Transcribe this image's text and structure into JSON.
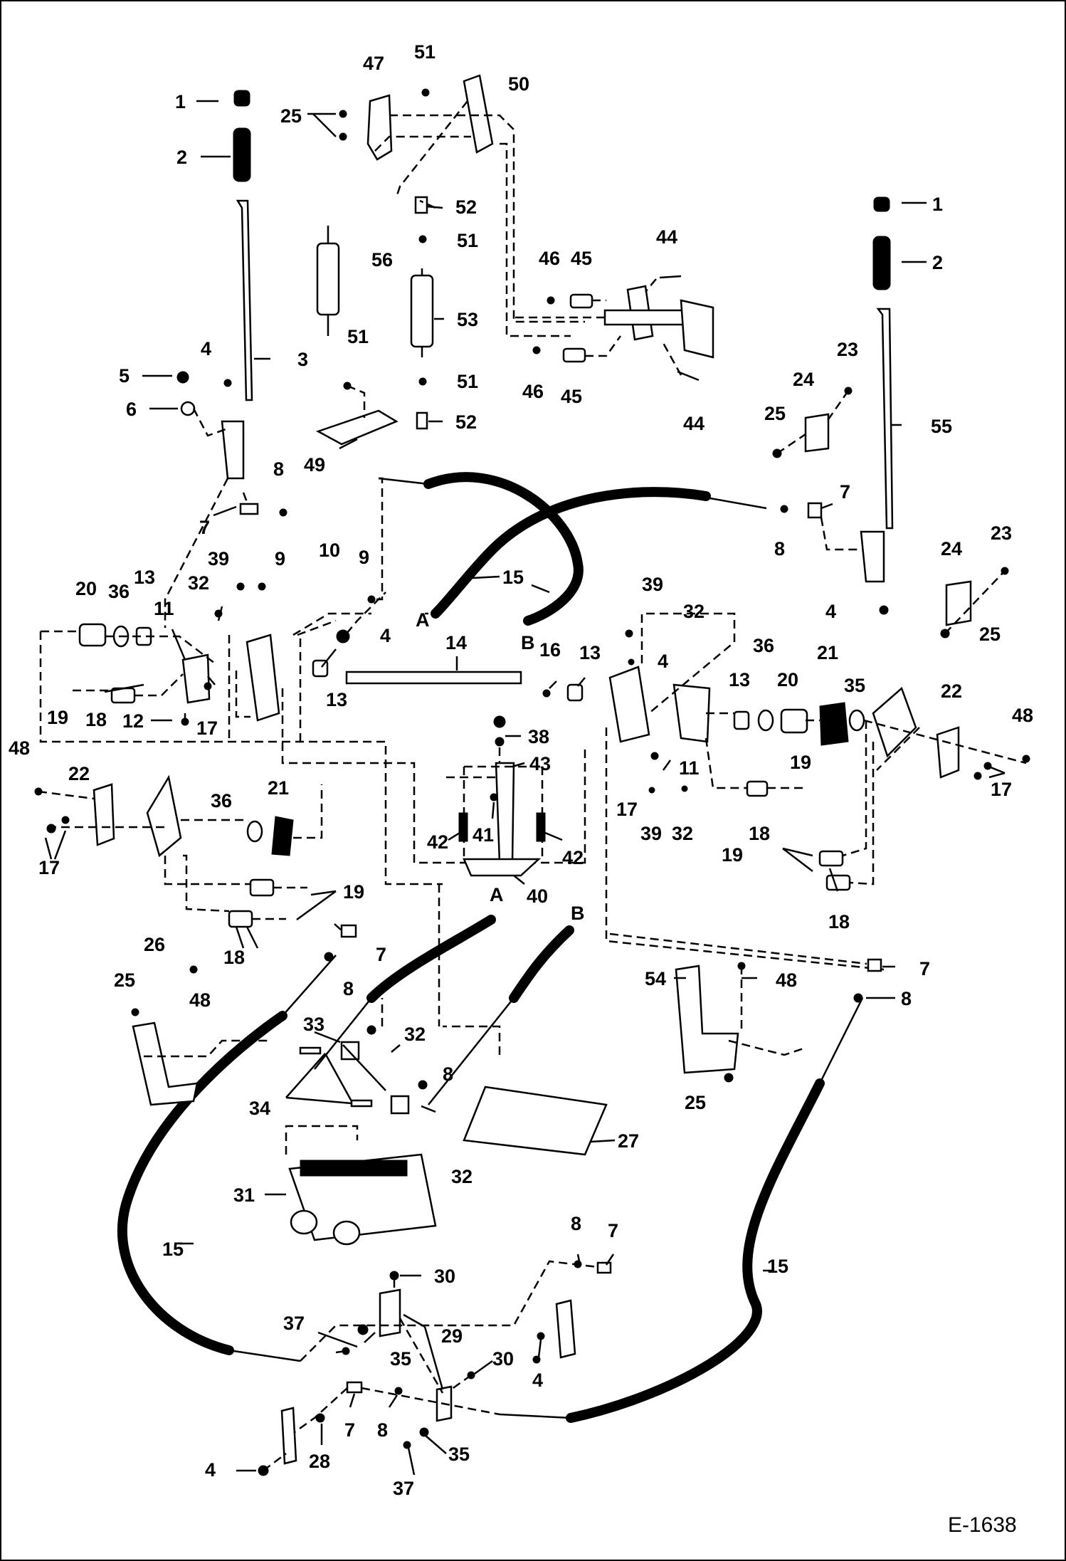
{
  "drawing": {
    "code": "E-1638",
    "cable_end_refs": [
      "A",
      "B"
    ]
  },
  "callouts": {
    "c1": "1",
    "c2": "2",
    "c3": "3",
    "c4": "4",
    "c5": "5",
    "c6": "6",
    "c7": "7",
    "c8": "8",
    "c9": "9",
    "c10": "10",
    "c11": "11",
    "c12": "12",
    "c13": "13",
    "c14": "14",
    "c15": "15",
    "c16": "16",
    "c17": "17",
    "c18": "18",
    "c19": "19",
    "c20": "20",
    "c21": "21",
    "c22": "22",
    "c23": "23",
    "c24": "24",
    "c25": "25",
    "c26": "26",
    "c27": "27",
    "c28": "28",
    "c29": "29",
    "c30": "30",
    "c31": "31",
    "c32": "32",
    "c33": "33",
    "c34": "34",
    "c35": "35",
    "c36": "36",
    "c37": "37",
    "c38": "38",
    "c39": "39",
    "c40": "40",
    "c41": "41",
    "c42": "42",
    "c43": "43",
    "c44": "44",
    "c45": "45",
    "c46": "46",
    "c47": "47",
    "c48": "48",
    "c49": "49",
    "c50": "50",
    "c51": "51",
    "c52": "52",
    "c53": "53",
    "c54": "54",
    "c55": "55",
    "c56": "56"
  }
}
